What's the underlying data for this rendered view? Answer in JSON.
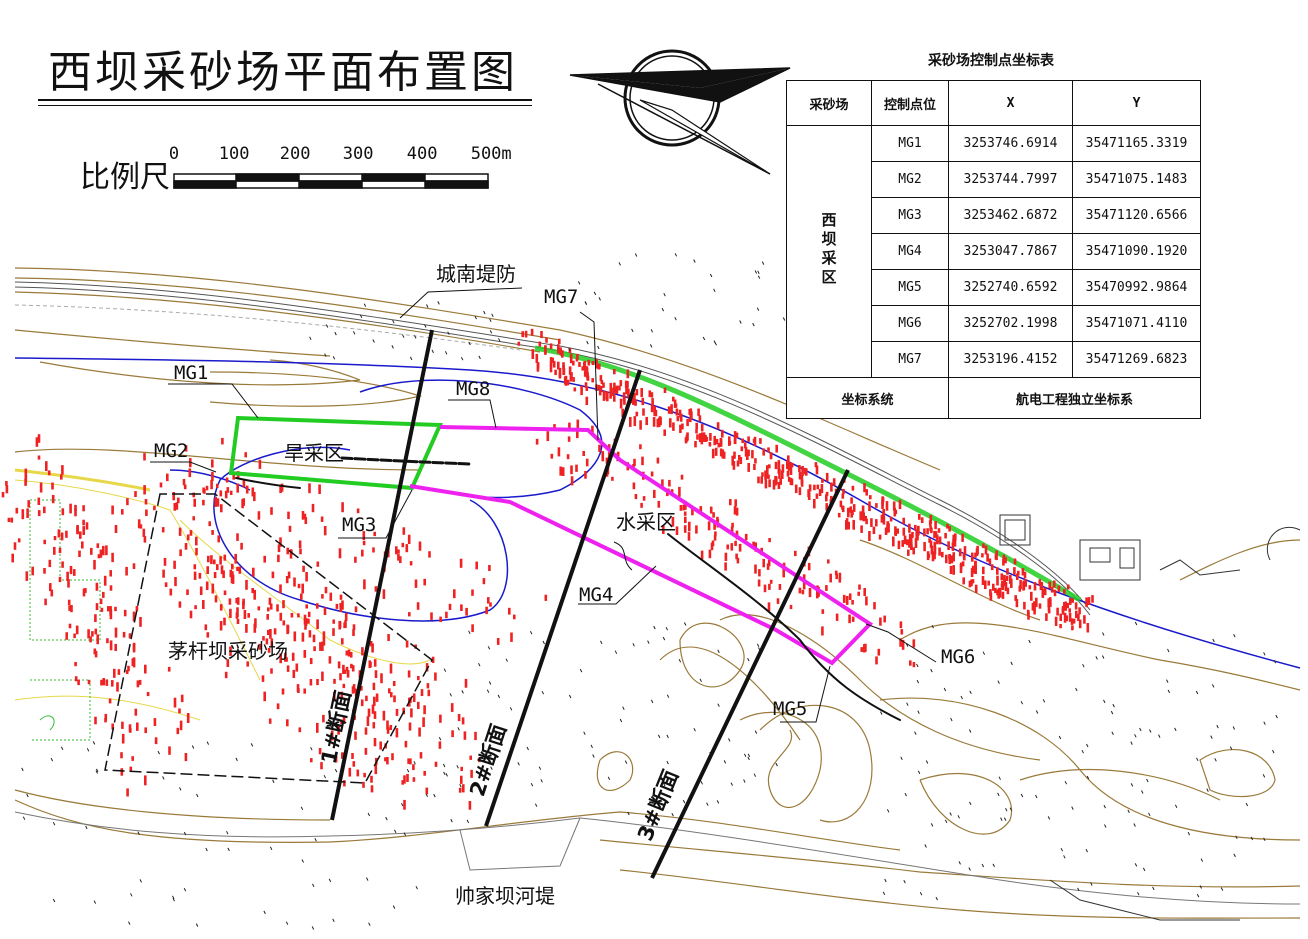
{
  "title": "西坝采砂场平面布置图",
  "scale_bar": {
    "label": "比例尺",
    "ticks": [
      "0",
      "100",
      "200",
      "300",
      "400",
      "500m"
    ]
  },
  "coord_table": {
    "title": "采砂场控制点坐标表",
    "headers": [
      "采砂场",
      "控制点位",
      "X",
      "Y"
    ],
    "region": "西坝采区",
    "rows": [
      {
        "point": "MG1",
        "x": "3253746.6914",
        "y": "35471165.3319"
      },
      {
        "point": "MG2",
        "x": "3253744.7997",
        "y": "35471075.1483"
      },
      {
        "point": "MG3",
        "x": "3253462.6872",
        "y": "35471120.6566"
      },
      {
        "point": "MG4",
        "x": "3253047.7867",
        "y": "35471090.1920"
      },
      {
        "point": "MG5",
        "x": "3252740.6592",
        "y": "35470992.9864"
      },
      {
        "point": "MG6",
        "x": "3252702.1998",
        "y": "35471071.4110"
      },
      {
        "point": "MG7",
        "x": "3253196.4152",
        "y": "35471269.6823"
      }
    ],
    "system_label": "坐标系统",
    "system_value": "航电工程独立坐标系"
  },
  "map_labels": {
    "levee_north": "城南堤防",
    "levee_south": "帅家坝河堤",
    "dry_zone": "旱采区",
    "water_zone": "水采区",
    "maoganba": "茅杆坝采砂场"
  },
  "points": {
    "mg1": "MG1",
    "mg2": "MG2",
    "mg3": "MG3",
    "mg4": "MG4",
    "mg5": "MG5",
    "mg6": "MG6",
    "mg7": "MG7",
    "mg8": "MG8"
  },
  "sections": {
    "s1": "1#断面",
    "s2": "2#断面",
    "s3": "3#断面"
  },
  "colors": {
    "dry_zone_boundary": "#22cc22",
    "water_zone_boundary": "#ee22ee",
    "water_edge": "#1a1acc",
    "contour": "#9a7a3a",
    "spot": "#ee2222"
  },
  "icons": {
    "north_arrow": "north-arrow-icon"
  }
}
